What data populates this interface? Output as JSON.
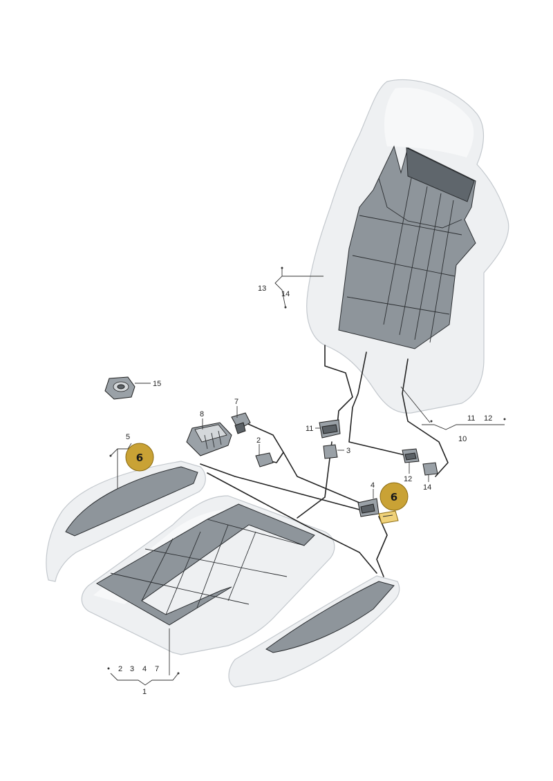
{
  "labels": {
    "l1": "1",
    "l2a": "2",
    "l2": "2",
    "l3a": "3",
    "l3": "3",
    "l4a": "4",
    "l4": "4",
    "l5": "5",
    "l7a": "7",
    "l7": "7",
    "l8": "8",
    "l10": "10",
    "l11a": "11",
    "l11": "11",
    "l12a": "12",
    "l12": "12",
    "l13": "13",
    "l14a": "14",
    "l14": "14",
    "l15": "15"
  },
  "badges": {
    "left": "6",
    "right": "6"
  },
  "colors": {
    "badge_fill": "#c9a235",
    "badge_stroke": "#8a6a10",
    "highlight_part": "#f0d27a"
  }
}
